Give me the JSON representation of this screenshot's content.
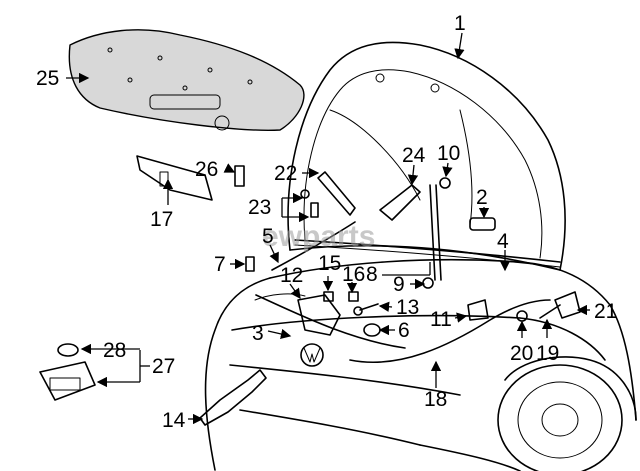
{
  "diagram": {
    "watermark": "ewparts",
    "callouts": [
      "1",
      "2",
      "3",
      "4",
      "5",
      "6",
      "7",
      "8",
      "9",
      "10",
      "11",
      "12",
      "13",
      "14",
      "15",
      "16",
      "17",
      "18",
      "19",
      "20",
      "21",
      "22",
      "23",
      "24",
      "25",
      "26",
      "27",
      "28"
    ]
  }
}
